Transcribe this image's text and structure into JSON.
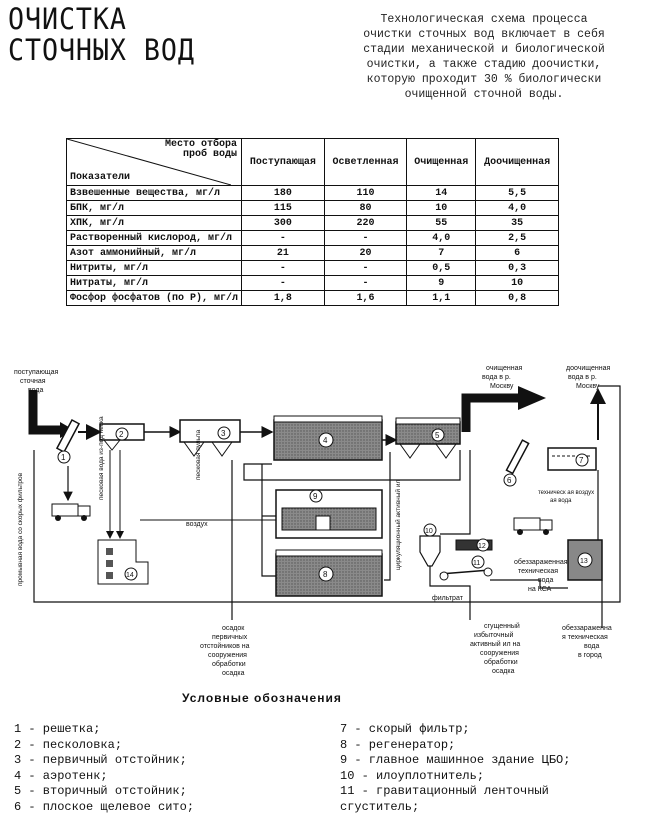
{
  "page": {
    "title": "ОЧИСТКА СТОЧНЫХ ВОД",
    "intro_lines": [
      "Технологическая схема процесса",
      "очистки сточных вод включает в себя",
      "стадии механической и биологической",
      "очистки, а также стадию доочистки,",
      "которую проходит 30 % биологически",
      "очищенной сточной воды."
    ]
  },
  "table": {
    "header_sample_point": "Место отбора проб воды",
    "header_indicators": "Показатели",
    "columns": [
      "Поступающая",
      "Осветленная",
      "Очищенная",
      "Доочищенная"
    ],
    "rows": [
      {
        "label": "Взвешенные вещества, мг/л",
        "values": [
          "180",
          "110",
          "14",
          "5,5"
        ]
      },
      {
        "label": "БПК, мг/л",
        "values": [
          "115",
          "80",
          "10",
          "4,0"
        ]
      },
      {
        "label": "ХПК, мг/л",
        "values": [
          "300",
          "220",
          "55",
          "35"
        ]
      },
      {
        "label": "Растворенный кислород, мг/л",
        "values": [
          "-",
          "-",
          "4,0",
          "2,5"
        ]
      },
      {
        "label": "Азот аммонийный, мг/л",
        "values": [
          "21",
          "20",
          "7",
          "6"
        ]
      },
      {
        "label": "Нитриты, мг/л",
        "values": [
          "-",
          "-",
          "0,5",
          "0,3"
        ]
      },
      {
        "label": "Нитраты, мг/л",
        "values": [
          "-",
          "-",
          "9",
          "10"
        ]
      },
      {
        "label": "Фосфор фосфатов (по P), мг/л",
        "values": [
          "1,8",
          "1,6",
          "1,1",
          "0,8"
        ]
      }
    ]
  },
  "diagram": {
    "labels": {
      "incoming": "поступающая сточная вода",
      "treated": "очищенная вода в р. Москву",
      "posttreated": "доочищенная вода в р. Москву",
      "sand_label": "песковая вода из-под песка",
      "sand_pulp": "песковая пульпа",
      "air": "воздух",
      "circ_sludge": "циркуляционный активный ил",
      "tech_air": "техническ ая воздух ая вода",
      "filtrate": "фильтрат",
      "sediment": "осадок первичных отстойников на сооружения обработки осадка",
      "condensed": "сгущенный избыточный активный ил на сооружения обработки осадка",
      "disinfected_ksa": "обеззараженная техническая вода на КСА",
      "disinfected_city": "обеззараженна я техническая вода в город",
      "wash_water": "промывная вода со скорых фильтров"
    },
    "numbers": [
      "1",
      "2",
      "3",
      "4",
      "5",
      "6",
      "7",
      "8",
      "9",
      "10",
      "11",
      "12",
      "13",
      "14"
    ]
  },
  "legend": {
    "title": "Условные обозначения",
    "left": [
      "1 - решетка;",
      "2 - песколовка;",
      "3 - первичный отстойник;",
      "4 - аэротенк;",
      "5 - вторичный отстойник;",
      "6 - плоское щелевое сито;"
    ],
    "right": [
      "7 - скорый фильтр;",
      "8 - регенератор;",
      "9 - главное машинное здание ЦБО;",
      "10 - илоуплотнитель;",
      "11 - гравитационный ленточный",
      "сгуститель;"
    ]
  }
}
